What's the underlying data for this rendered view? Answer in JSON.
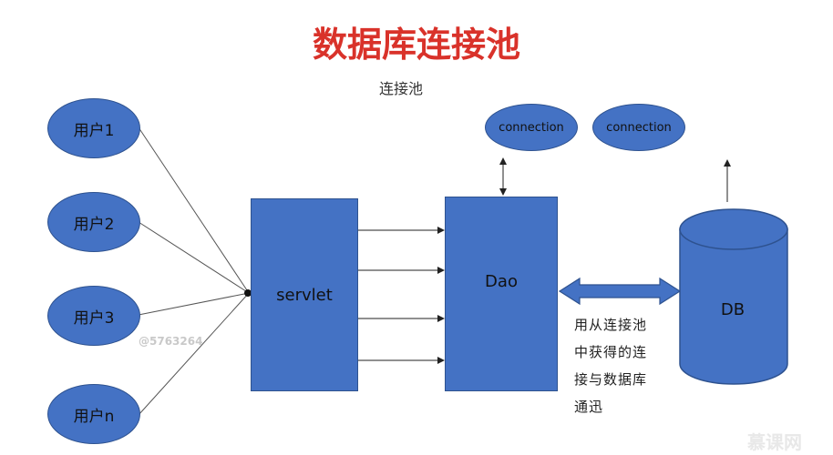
{
  "title": "数据库连接池",
  "subtitle": "连接池",
  "users": [
    "用户1",
    "用户2",
    "用户3",
    "用户n"
  ],
  "connections": [
    "connection",
    "connection"
  ],
  "servlet_label": "servlet",
  "dao_label": "Dao",
  "db_label": "DB",
  "note_lines": [
    "用从连接池",
    "中获得的连",
    "接与数据库",
    "通迅"
  ],
  "watermark": "@5763264",
  "brand": "慕课网",
  "colors": {
    "title": "#d9322a",
    "shape_fill": "#4472c4",
    "shape_border": "#2e528f"
  }
}
